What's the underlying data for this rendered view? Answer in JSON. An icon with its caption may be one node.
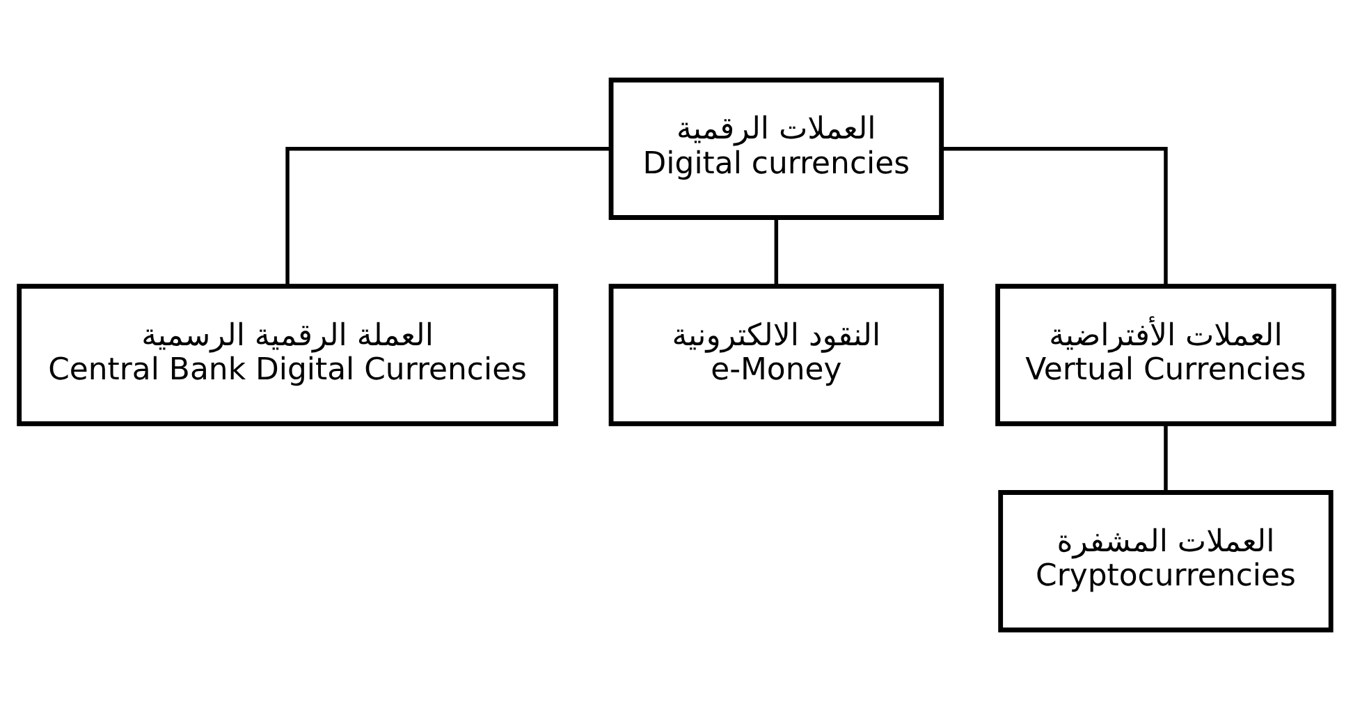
{
  "diagram": {
    "nodes": [
      {
        "text": [
          "العملات الرقمية",
          "Digital currencies"
        ]
      },
      {
        "text": [
          "العملة الرقمية الرسمية",
          "Central Bank Digital Currencies"
        ]
      },
      {
        "text": [
          "النقود الالكترونية",
          "e-Money"
        ]
      },
      {
        "text": [
          "العملات الأفتراضية",
          "Vertual Currencies"
        ]
      },
      {
        "text": [
          "العملات المشفرة",
          "Cryptocurrencies"
        ]
      }
    ],
    "edges": [
      {
        "from": 0,
        "to": 1,
        "arrow": "none"
      },
      {
        "from": 0,
        "to": 2,
        "arrow": "none"
      },
      {
        "from": 0,
        "to": 3,
        "arrow": "none"
      },
      {
        "from": 3,
        "to": 4,
        "arrow": "none"
      }
    ]
  }
}
